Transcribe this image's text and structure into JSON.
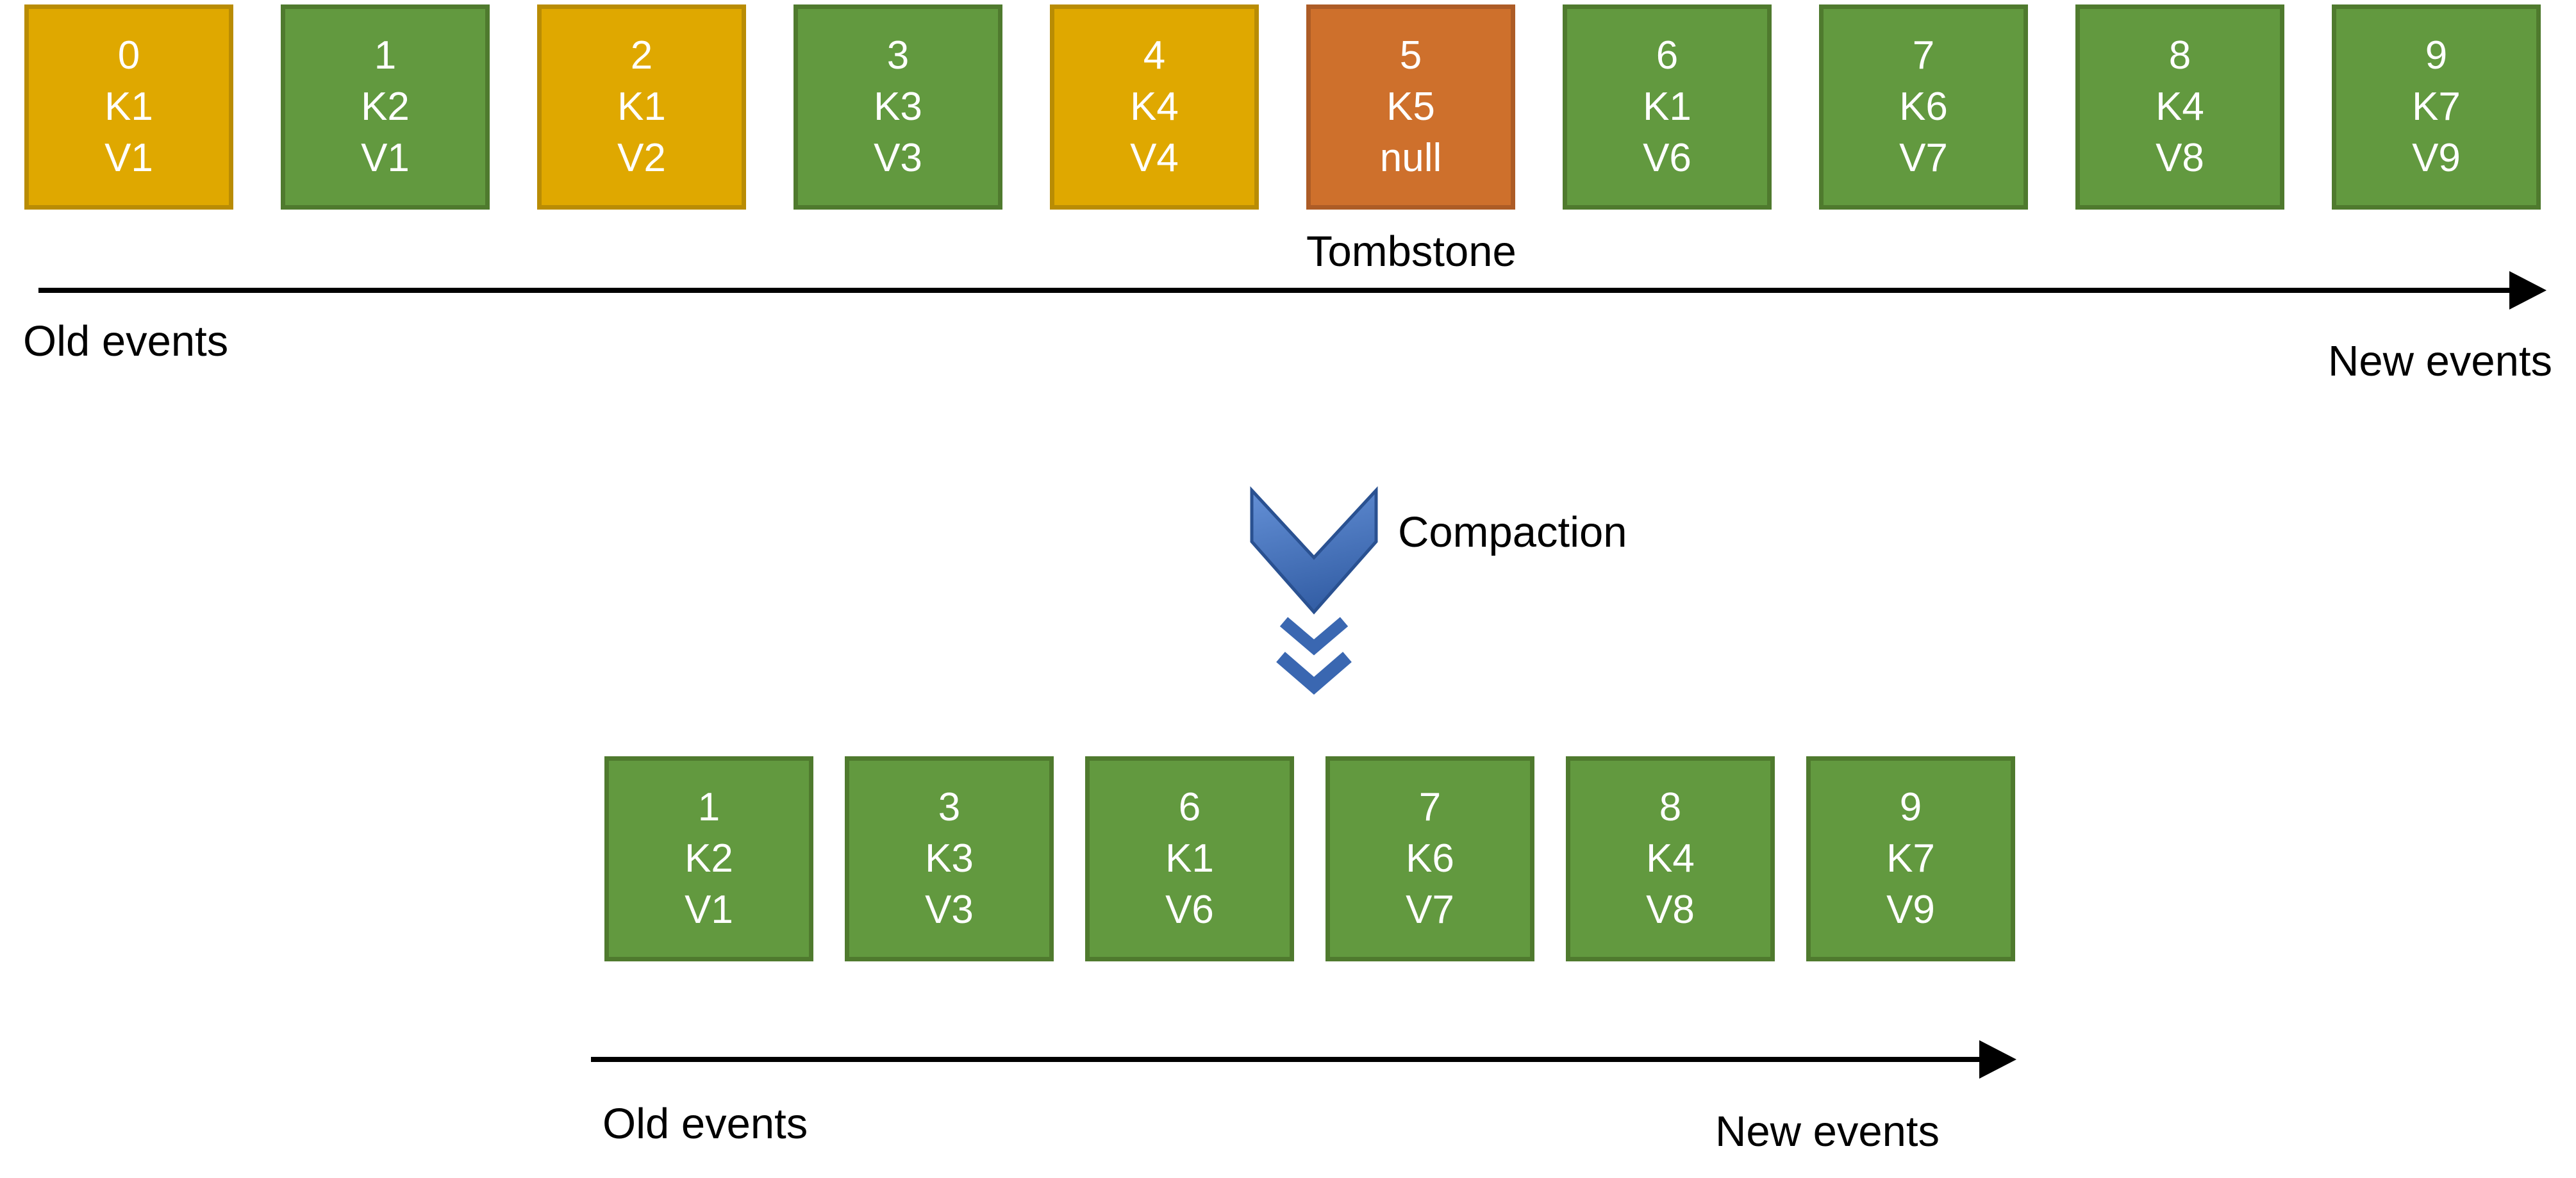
{
  "diagram": {
    "before": {
      "records": [
        {
          "offset": "0",
          "key": "K1",
          "value": "V1",
          "state": "superseded"
        },
        {
          "offset": "1",
          "key": "K2",
          "value": "V1",
          "state": "retained"
        },
        {
          "offset": "2",
          "key": "K1",
          "value": "V2",
          "state": "superseded"
        },
        {
          "offset": "3",
          "key": "K3",
          "value": "V3",
          "state": "retained"
        },
        {
          "offset": "4",
          "key": "K4",
          "value": "V4",
          "state": "superseded"
        },
        {
          "offset": "5",
          "key": "K5",
          "value": "null",
          "state": "tombstone"
        },
        {
          "offset": "6",
          "key": "K1",
          "value": "V6",
          "state": "retained"
        },
        {
          "offset": "7",
          "key": "K6",
          "value": "V7",
          "state": "retained"
        },
        {
          "offset": "8",
          "key": "K4",
          "value": "V8",
          "state": "retained"
        },
        {
          "offset": "9",
          "key": "K7",
          "value": "V9",
          "state": "retained"
        }
      ],
      "tombstone_label": "Tombstone",
      "old_events_label": "Old events",
      "new_events_label": "New events"
    },
    "compaction_label": "Compaction",
    "after": {
      "records": [
        {
          "offset": "1",
          "key": "K2",
          "value": "V1",
          "state": "retained"
        },
        {
          "offset": "3",
          "key": "K3",
          "value": "V3",
          "state": "retained"
        },
        {
          "offset": "6",
          "key": "K1",
          "value": "V6",
          "state": "retained"
        },
        {
          "offset": "7",
          "key": "K6",
          "value": "V7",
          "state": "retained"
        },
        {
          "offset": "8",
          "key": "K4",
          "value": "V8",
          "state": "retained"
        },
        {
          "offset": "9",
          "key": "K7",
          "value": "V9",
          "state": "retained"
        }
      ],
      "old_events_label": "Old events",
      "new_events_label": "New events"
    },
    "colors": {
      "superseded_fill": "#DFA800",
      "superseded_border": "#B98C04",
      "retained_fill": "#62993F",
      "retained_border": "#4F7A2E",
      "tombstone_fill": "#CE702C",
      "tombstone_border": "#AD5C26",
      "compaction_chevron_top": "#6490D6",
      "compaction_chevron_bottom": "#3560A7",
      "compaction_chevron_border": "#2A5191",
      "compaction_stripe": "#3A67B1",
      "timeline_arrow": "#000000",
      "record_text": "#FFFFFF",
      "label_text": "#000000"
    }
  }
}
